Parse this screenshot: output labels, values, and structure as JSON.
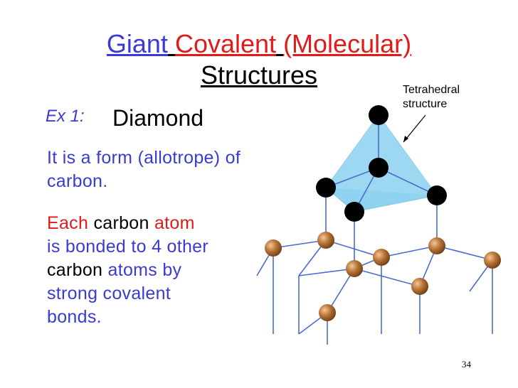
{
  "title": {
    "word1": "Giant",
    "word2": "Covalent",
    "word3": "(Molecular)",
    "line2": "Structures"
  },
  "example": {
    "label": "Ex 1:",
    "name": "Diamond"
  },
  "paragraph1": "It is a form (allotrope) of carbon.",
  "paragraph2": {
    "each": "Each",
    "carbon1": "carbon",
    "atom": "atom",
    "is_bonded": "is bonded to 4 other",
    "carbon2": "carbon",
    "atoms_by": "atoms by",
    "strong": "strong covalent",
    "bonds": "bonds."
  },
  "annotation": {
    "line1": "Tetrahedral",
    "line2": "structure"
  },
  "page_number": "34",
  "colors": {
    "title_blue": "#3a3ad6",
    "title_red": "#e21a1a",
    "tetrahedron_fill": "#8fd3f0",
    "bond_line": "#4a6bd0",
    "atom_brown": "#a0622d"
  }
}
